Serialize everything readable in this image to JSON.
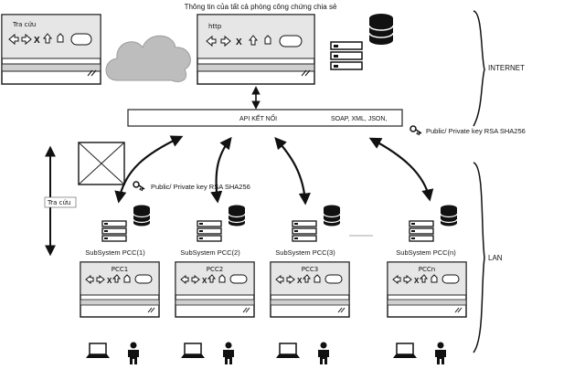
{
  "title": "Thông tin của tất cả phòng công chứng chia sẻ",
  "browsers_top": [
    {
      "label": "Tra cứu"
    },
    {
      "label": "http"
    }
  ],
  "api": {
    "label": "API KẾT NỐI",
    "formats": "SOAP, XML, JSON,"
  },
  "key_labels": {
    "top_right": "Public/ Private key RSA SHA256",
    "middle": "Public/ Private key RSA SHA256"
  },
  "search_label": "Tra cứu",
  "subsystems": [
    {
      "label": "SubSystem PCC(1)",
      "browser": "PCC1"
    },
    {
      "label": "SubSystem PCC(2)",
      "browser": "PCC2"
    },
    {
      "label": "SubSystem PCC(3)",
      "browser": "PCC3"
    },
    {
      "label": "SubSystem PCC(n)",
      "browser": "PCCn"
    }
  ],
  "zones": {
    "internet": "INTERNET",
    "lan": "LAN"
  },
  "icons": [
    "cloud-icon",
    "server-icon",
    "database-icon",
    "key-icon",
    "laptop-icon",
    "person-icon",
    "image-placeholder-icon"
  ]
}
